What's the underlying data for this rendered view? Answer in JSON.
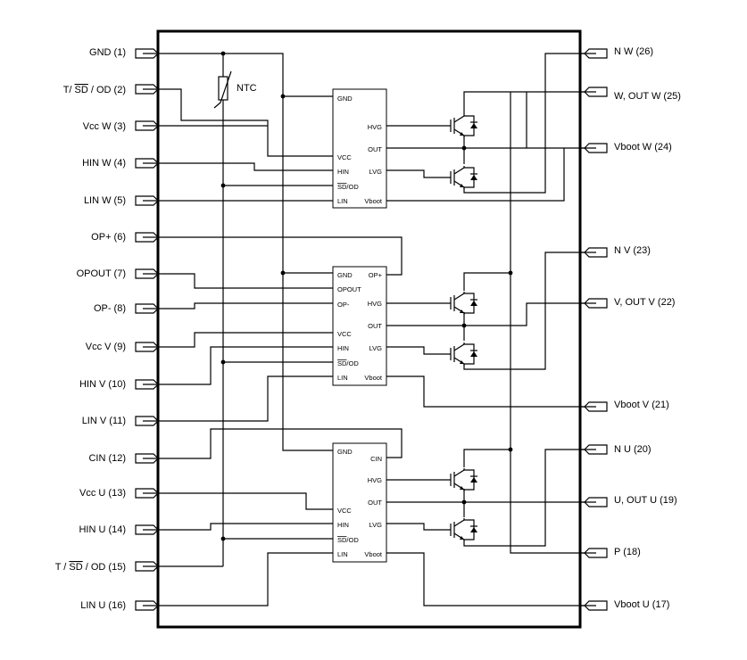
{
  "left_pins": [
    {
      "label": "GND (1)"
    },
    {
      "label": "T/ SD / OD (2)",
      "overline": "SD"
    },
    {
      "label": "Vcc W (3)"
    },
    {
      "label": "HIN W (4)"
    },
    {
      "label": "LIN W (5)"
    },
    {
      "label": "OP+ (6)"
    },
    {
      "label": "OPOUT (7)"
    },
    {
      "label": "OP- (8)"
    },
    {
      "label": "Vcc V (9)"
    },
    {
      "label": "HIN V (10)"
    },
    {
      "label": "LIN V (11)"
    },
    {
      "label": "CIN (12)"
    },
    {
      "label": "Vcc U (13)"
    },
    {
      "label": "HIN U (14)"
    },
    {
      "label": "T / SD / OD (15)",
      "overline": "SD"
    },
    {
      "label": "LIN U (16)"
    }
  ],
  "right_pins": [
    {
      "label": "N W (26)"
    },
    {
      "label": "W, OUT W (25)"
    },
    {
      "label": "Vboot W (24)"
    },
    {
      "label": "N V (23)"
    },
    {
      "label": "V, OUT V (22)"
    },
    {
      "label": "Vboot V (21)"
    },
    {
      "label": "N U (20)"
    },
    {
      "label": "U, OUT U (19)"
    },
    {
      "label": "P (18)"
    },
    {
      "label": "Vboot U (17)"
    }
  ],
  "ntc_label": "NTC",
  "drivers": [
    {
      "left": [
        "GND",
        "VCC",
        "HIN",
        "SD/OD",
        "LIN"
      ],
      "right": [
        "HVG",
        "OUT",
        "LVG",
        "Vboot"
      ]
    },
    {
      "left": [
        "GND",
        "OPOUT",
        "OP-",
        "VCC",
        "HIN",
        "SD/OD",
        "LIN"
      ],
      "right": [
        "OP+",
        "HVG",
        "OUT",
        "LVG",
        "Vboot"
      ]
    },
    {
      "left": [
        "GND",
        "VCC",
        "HIN",
        "SD/OD",
        "LIN"
      ],
      "right": [
        "CIN",
        "HVG",
        "OUT",
        "LVG",
        "Vboot"
      ]
    }
  ]
}
